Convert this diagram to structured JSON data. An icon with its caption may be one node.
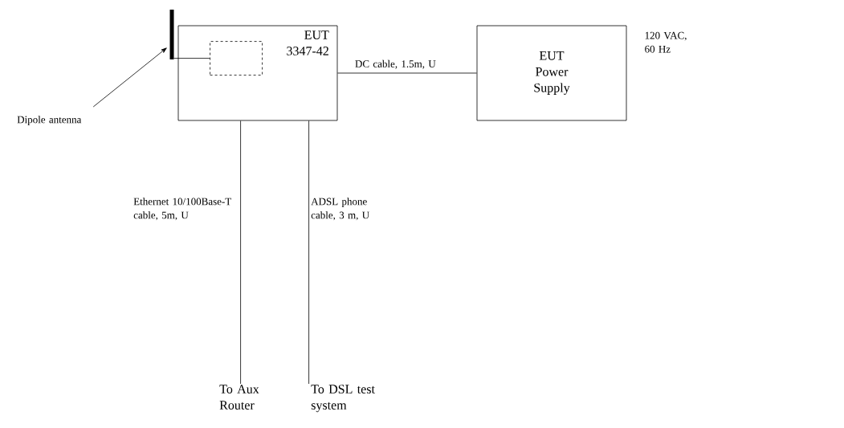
{
  "diagram": {
    "nodes": [
      {
        "text": [
          "EUT",
          "3347-42"
        ]
      },
      {
        "text": [],
        "shape": "box",
        "in": 0
      },
      {
        "text": [],
        "shape": "bar"
      },
      {
        "text": [
          "Dipole antenna"
        ]
      },
      {
        "text": [
          "EUT Power Supply"
        ],
        "beside": [
          "120 VAC, 60 Hz"
        ]
      },
      {
        "text": [
          "To Aux Router"
        ]
      },
      {
        "text": [
          "To DSL test system"
        ]
      }
    ],
    "edges": [
      {
        "from": 3,
        "to": 2,
        "arrow": "to"
      },
      {
        "from": 2,
        "to": 1,
        "arrow": "none"
      },
      {
        "from": 0,
        "to": 4,
        "arrow": "none",
        "label": "DC cable, 1.5m, U"
      },
      {
        "from": 0,
        "to": 5,
        "arrow": "none",
        "label": "Ethernet 10/100Base-T cable, 5m, U"
      },
      {
        "from": 0,
        "to": 6,
        "arrow": "none",
        "label": "ADSL phone cable, 3 m, U"
      }
    ]
  }
}
